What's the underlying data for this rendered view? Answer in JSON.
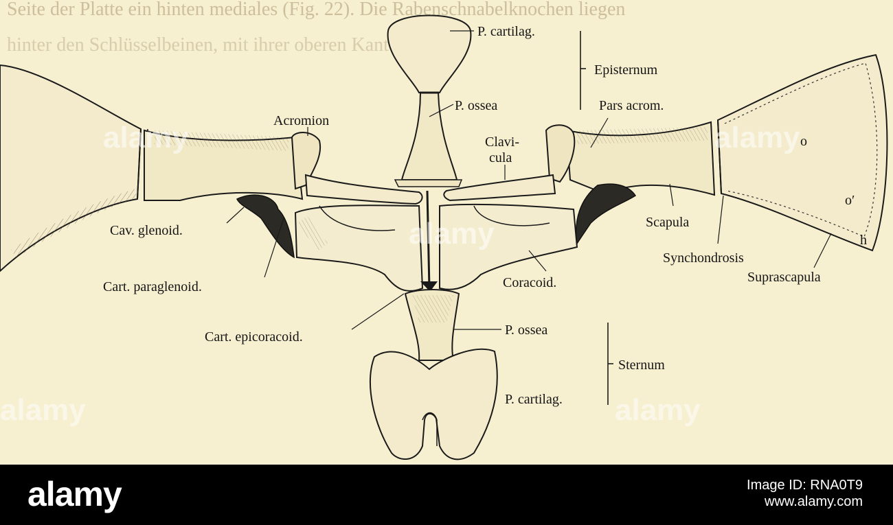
{
  "figure": {
    "header_text": "Seite der Platte ein hinten mediales (Fig. 22). Die Rabenschnabelknochen liegen",
    "header_text_2": "hinter den Schlüsselbeinen, mit ihrer oberen Kante",
    "labels": {
      "episternum_cartilag": "P. cartilag.",
      "episternum_ossea": "P. ossea",
      "episternum": "Episternum",
      "acromion": "Acromion",
      "pars_acrom": "Pars acrom.",
      "clavicula_1": "Clavi-",
      "clavicula_2": "cula",
      "o": "o",
      "o_prime": "o′",
      "h": "h",
      "cav_glenoid": "Cav. glenoid.",
      "scapula": "Scapula",
      "synchondrosis": "Synchondrosis",
      "suprascapula": "Suprascapula",
      "cart_paraglenoid": "Cart. paraglenoid.",
      "coracoid": "Coracoid.",
      "cart_epicoracoid": "Cart. epicoracoid.",
      "sternum_ossea": "P. ossea",
      "sternum": "Sternum",
      "sternum_cartilag": "P. cartilag."
    },
    "watermark": "alamy"
  },
  "footer": {
    "logo": "alamy",
    "image_id": "Image ID: RNA0T9",
    "url": "www.alamy.com"
  },
  "colors": {
    "paper": "#f6efd0",
    "ink": "#141414",
    "footer_bg": "#000000"
  }
}
